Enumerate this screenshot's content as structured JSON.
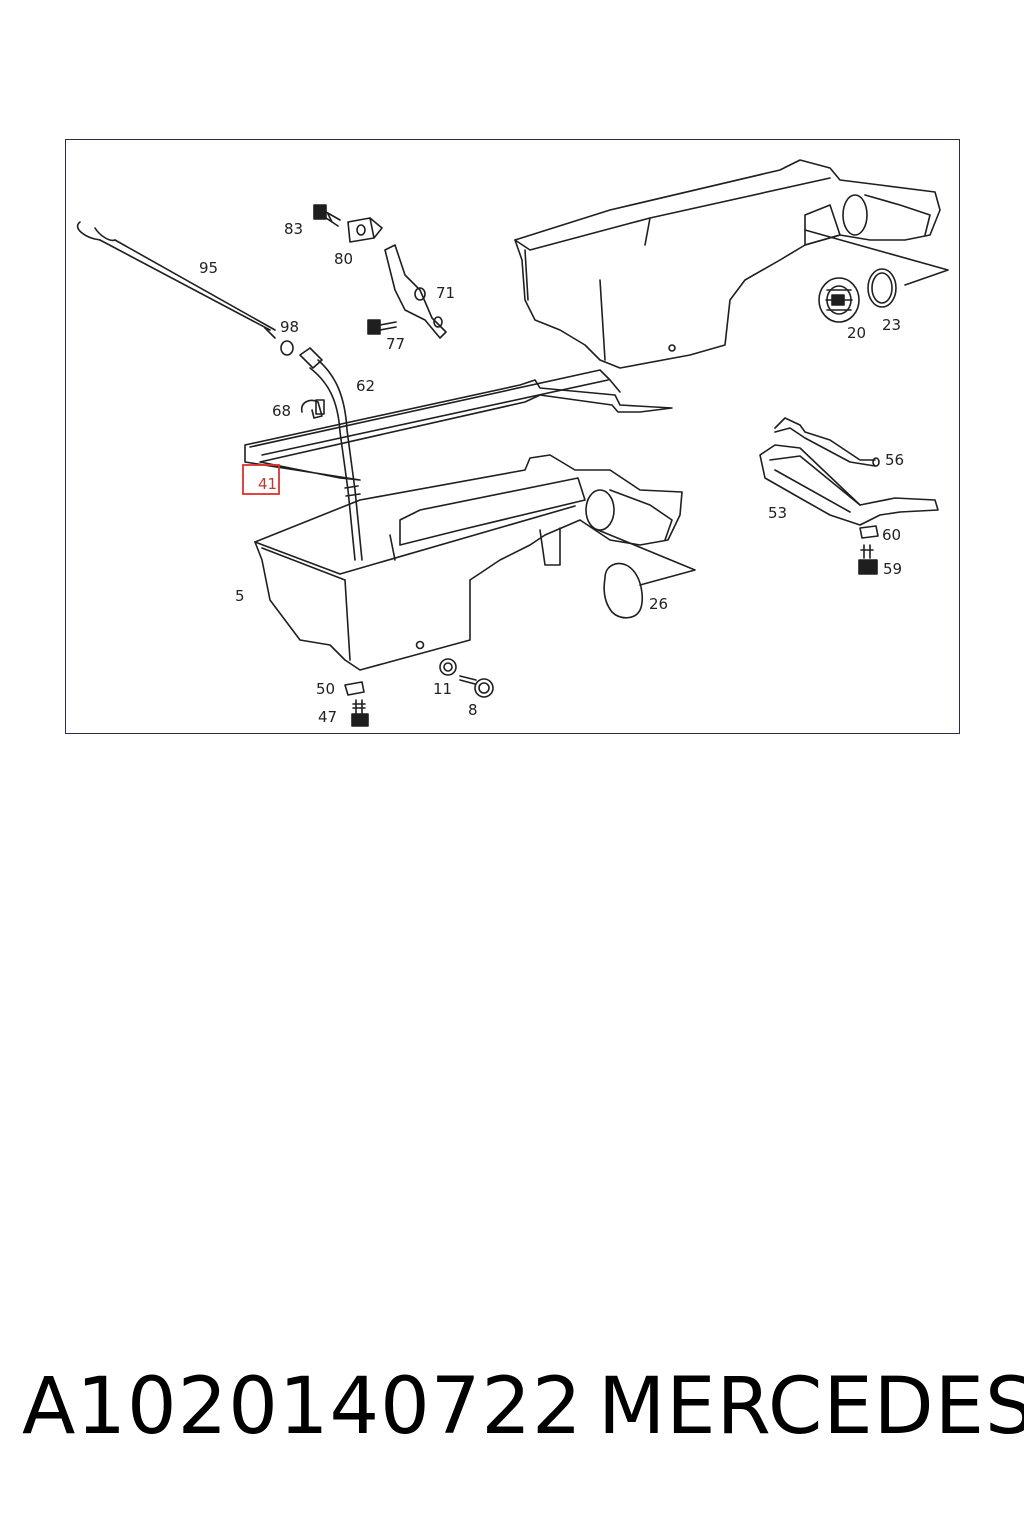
{
  "diagram": {
    "callouts": [
      "83",
      "80",
      "95",
      "71",
      "98",
      "77",
      "62",
      "68",
      "41",
      "5",
      "50",
      "47",
      "11",
      "8",
      "20",
      "23",
      "56",
      "53",
      "60",
      "59",
      "26"
    ],
    "highlighted_callout": "41",
    "highlight_color": "#e0302a",
    "line_color": "#1f1f1f"
  },
  "footer": {
    "part_number": "A1020140722",
    "brand": "MERCEDES"
  }
}
